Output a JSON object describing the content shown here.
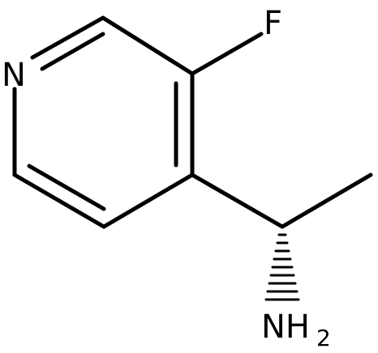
{
  "molecule": {
    "atoms": {
      "n": "N",
      "f": "F",
      "amine_main": "NH",
      "amine_subscript": "2"
    },
    "stereo_bond": "hashed-wedge"
  }
}
